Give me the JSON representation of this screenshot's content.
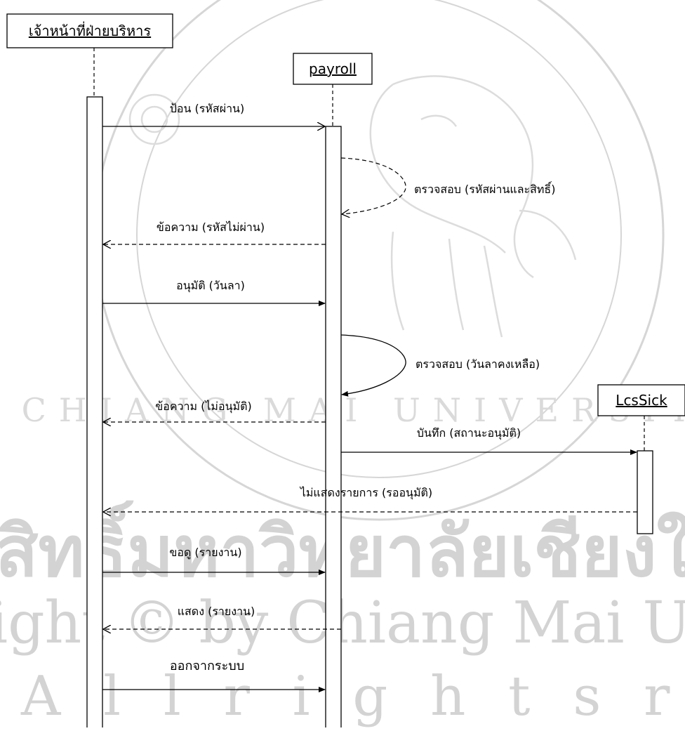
{
  "watermark": {
    "thai": "ลิขสิทธิ์มหาวิทยาลัยเชียงใหม่",
    "copyright": "Copyright © by Chiang Mai University",
    "rights": "A l l   r i g h t s   r e s e r v e d",
    "university_ring": "CHIANG MAI UNIVERSITY",
    "color": "#cfcfcf"
  },
  "lifelines": [
    {
      "id": "admin",
      "label": "เจ้าหน้าที่ฝ่ายบริหาร"
    },
    {
      "id": "payroll",
      "label": "payroll"
    },
    {
      "id": "lcssick",
      "label": "LcsSick"
    }
  ],
  "messages": [
    {
      "label": "ป้อน (รหัสผ่าน)",
      "from": "admin",
      "to": "payroll",
      "style": "solid"
    },
    {
      "label": "ตรวจสอบ (รหัสผ่านและสิทธิ์)",
      "from": "payroll",
      "to": "payroll",
      "style": "dashed"
    },
    {
      "label": "ข้อความ (รหัสไม่ผ่าน)",
      "from": "payroll",
      "to": "admin",
      "style": "dashed"
    },
    {
      "label": "อนุมัติ (วันลา)",
      "from": "admin",
      "to": "payroll",
      "style": "solid"
    },
    {
      "label": "ตรวจสอบ (วันลาคงเหลือ)",
      "from": "payroll",
      "to": "payroll",
      "style": "solid"
    },
    {
      "label": "ข้อความ (ไม่อนุมัติ)",
      "from": "payroll",
      "to": "admin",
      "style": "dashed"
    },
    {
      "label": "บันทึก (สถานะอนุมัติ)",
      "from": "payroll",
      "to": "lcssick",
      "style": "solid"
    },
    {
      "label": "ไม่แสดงรายการ (รออนุมัติ)",
      "from": "lcssick",
      "to": "admin",
      "style": "dashed"
    },
    {
      "label": "ขอดู (รายงาน)",
      "from": "admin",
      "to": "payroll",
      "style": "solid"
    },
    {
      "label": "แสดง (รายงาน)",
      "from": "payroll",
      "to": "admin",
      "style": "dashed"
    },
    {
      "label": "ออกจากระบบ",
      "from": "admin",
      "to": "payroll",
      "style": "solid"
    }
  ]
}
